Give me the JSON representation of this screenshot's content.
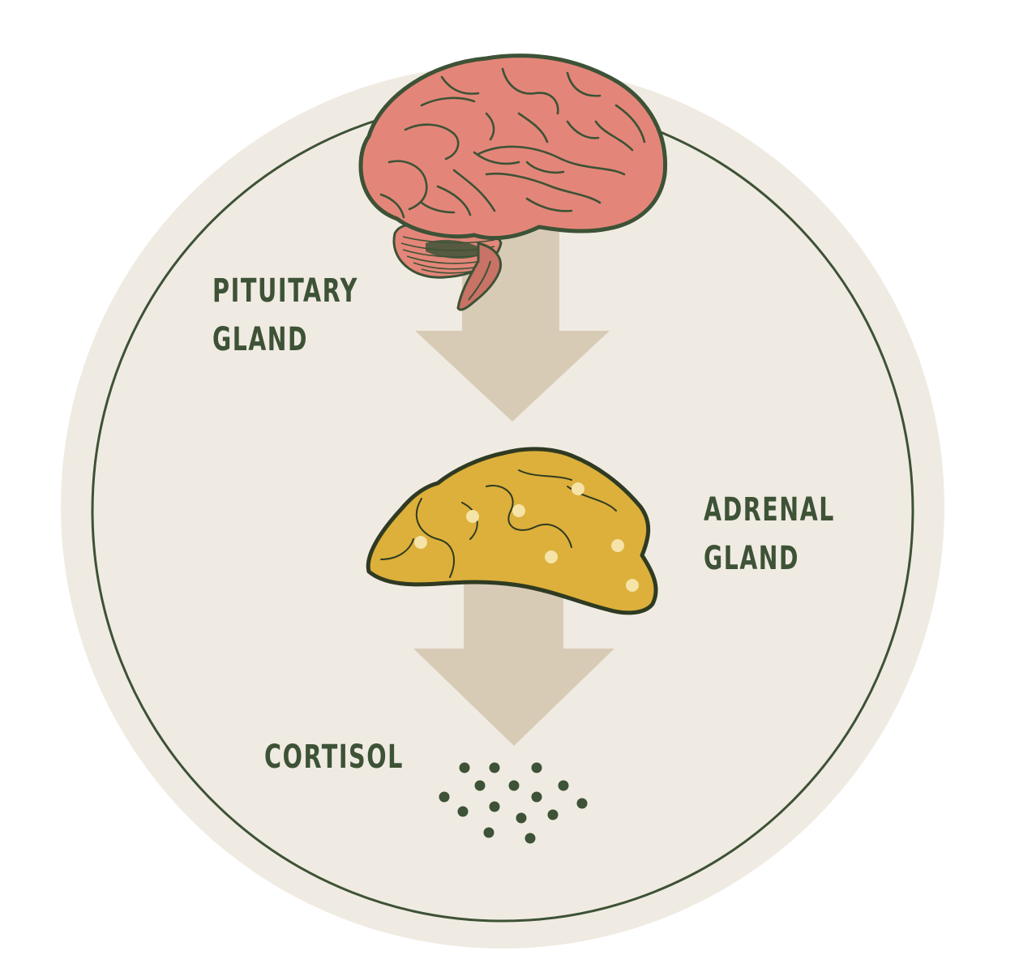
{
  "labels": {
    "pituitary_line1": "PITUITARY",
    "pituitary_line2": "GLAND",
    "adrenal_line1": "ADRENAL",
    "adrenal_line2": "GLAND",
    "cortisol": "CORTISOL"
  },
  "colors": {
    "background": "#ffffff",
    "disc_fill": "#f0ebe2",
    "outline": "#3d5236",
    "text": "#3d5236",
    "arrow": "#d8cbb6",
    "brain": "#e38679",
    "brain_stem": "#c87365",
    "adrenal": "#dcb03a",
    "adrenal_spots": "#f5e3a7",
    "cortisol_dots": "#3d5236"
  },
  "icons": [
    "brain-icon",
    "adrenal-gland-icon",
    "cortisol-particles-icon"
  ]
}
